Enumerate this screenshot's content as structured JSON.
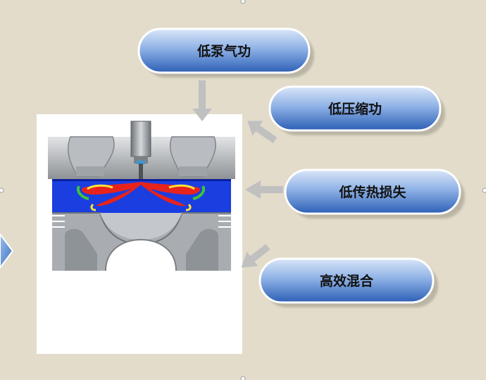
{
  "labels": {
    "pumping_loss": "低泵气功",
    "compression_loss": "低压缩功",
    "heat_loss": "低传热损失",
    "mixing": "高效混合"
  },
  "colors": {
    "background": "#e3dccb",
    "pill_light": "#bcd2f0",
    "pill_dark": "#2a5fb8",
    "arrow": "#c0c0c0",
    "flame_red": "#e8231c",
    "flame_green": "#3cc43c",
    "flame_blue": "#1237d8"
  },
  "icons": {
    "left_nav": "triangle-right-icon"
  }
}
